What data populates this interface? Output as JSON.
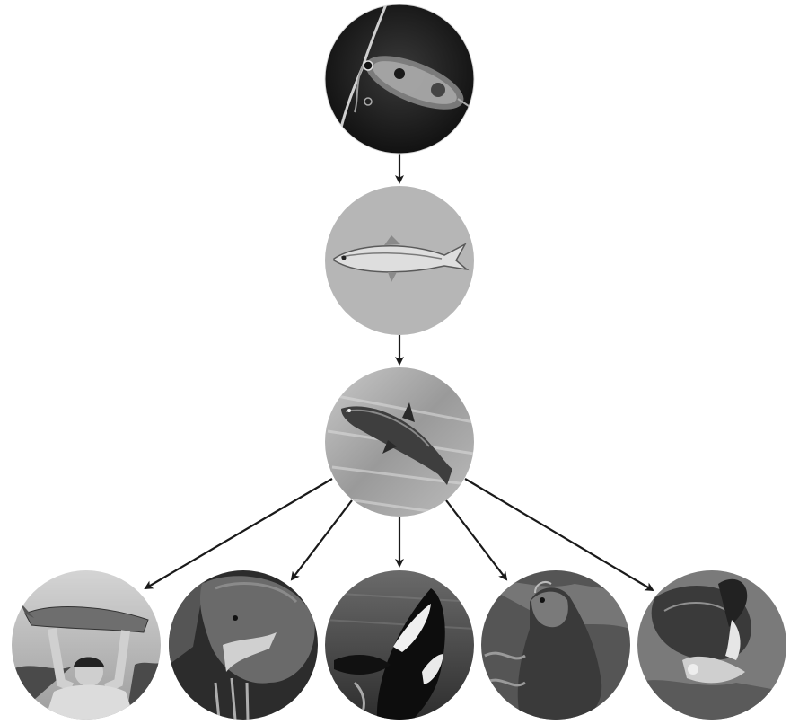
{
  "diagram": {
    "type": "food-web",
    "style": "grayscale photographic circles connected by arrows",
    "nodes": [
      {
        "id": "zooplankton",
        "icon": "zooplankton-photo"
      },
      {
        "id": "small-fish",
        "icon": "small-fish-photo"
      },
      {
        "id": "salmon",
        "icon": "leaping-salmon-photo"
      },
      {
        "id": "human",
        "icon": "person-holding-salmon-photo"
      },
      {
        "id": "bear",
        "icon": "bear-catching-salmon-photo"
      },
      {
        "id": "orca",
        "icon": "orca-photo"
      },
      {
        "id": "sea-lion",
        "icon": "sea-lion-photo"
      },
      {
        "id": "bird",
        "icon": "seabird-eating-fish-photo"
      }
    ],
    "edges": [
      {
        "from": "zooplankton",
        "to": "small-fish"
      },
      {
        "from": "small-fish",
        "to": "salmon"
      },
      {
        "from": "salmon",
        "to": "human"
      },
      {
        "from": "salmon",
        "to": "bear"
      },
      {
        "from": "salmon",
        "to": "orca"
      },
      {
        "from": "salmon",
        "to": "sea-lion"
      },
      {
        "from": "salmon",
        "to": "bird"
      }
    ]
  }
}
